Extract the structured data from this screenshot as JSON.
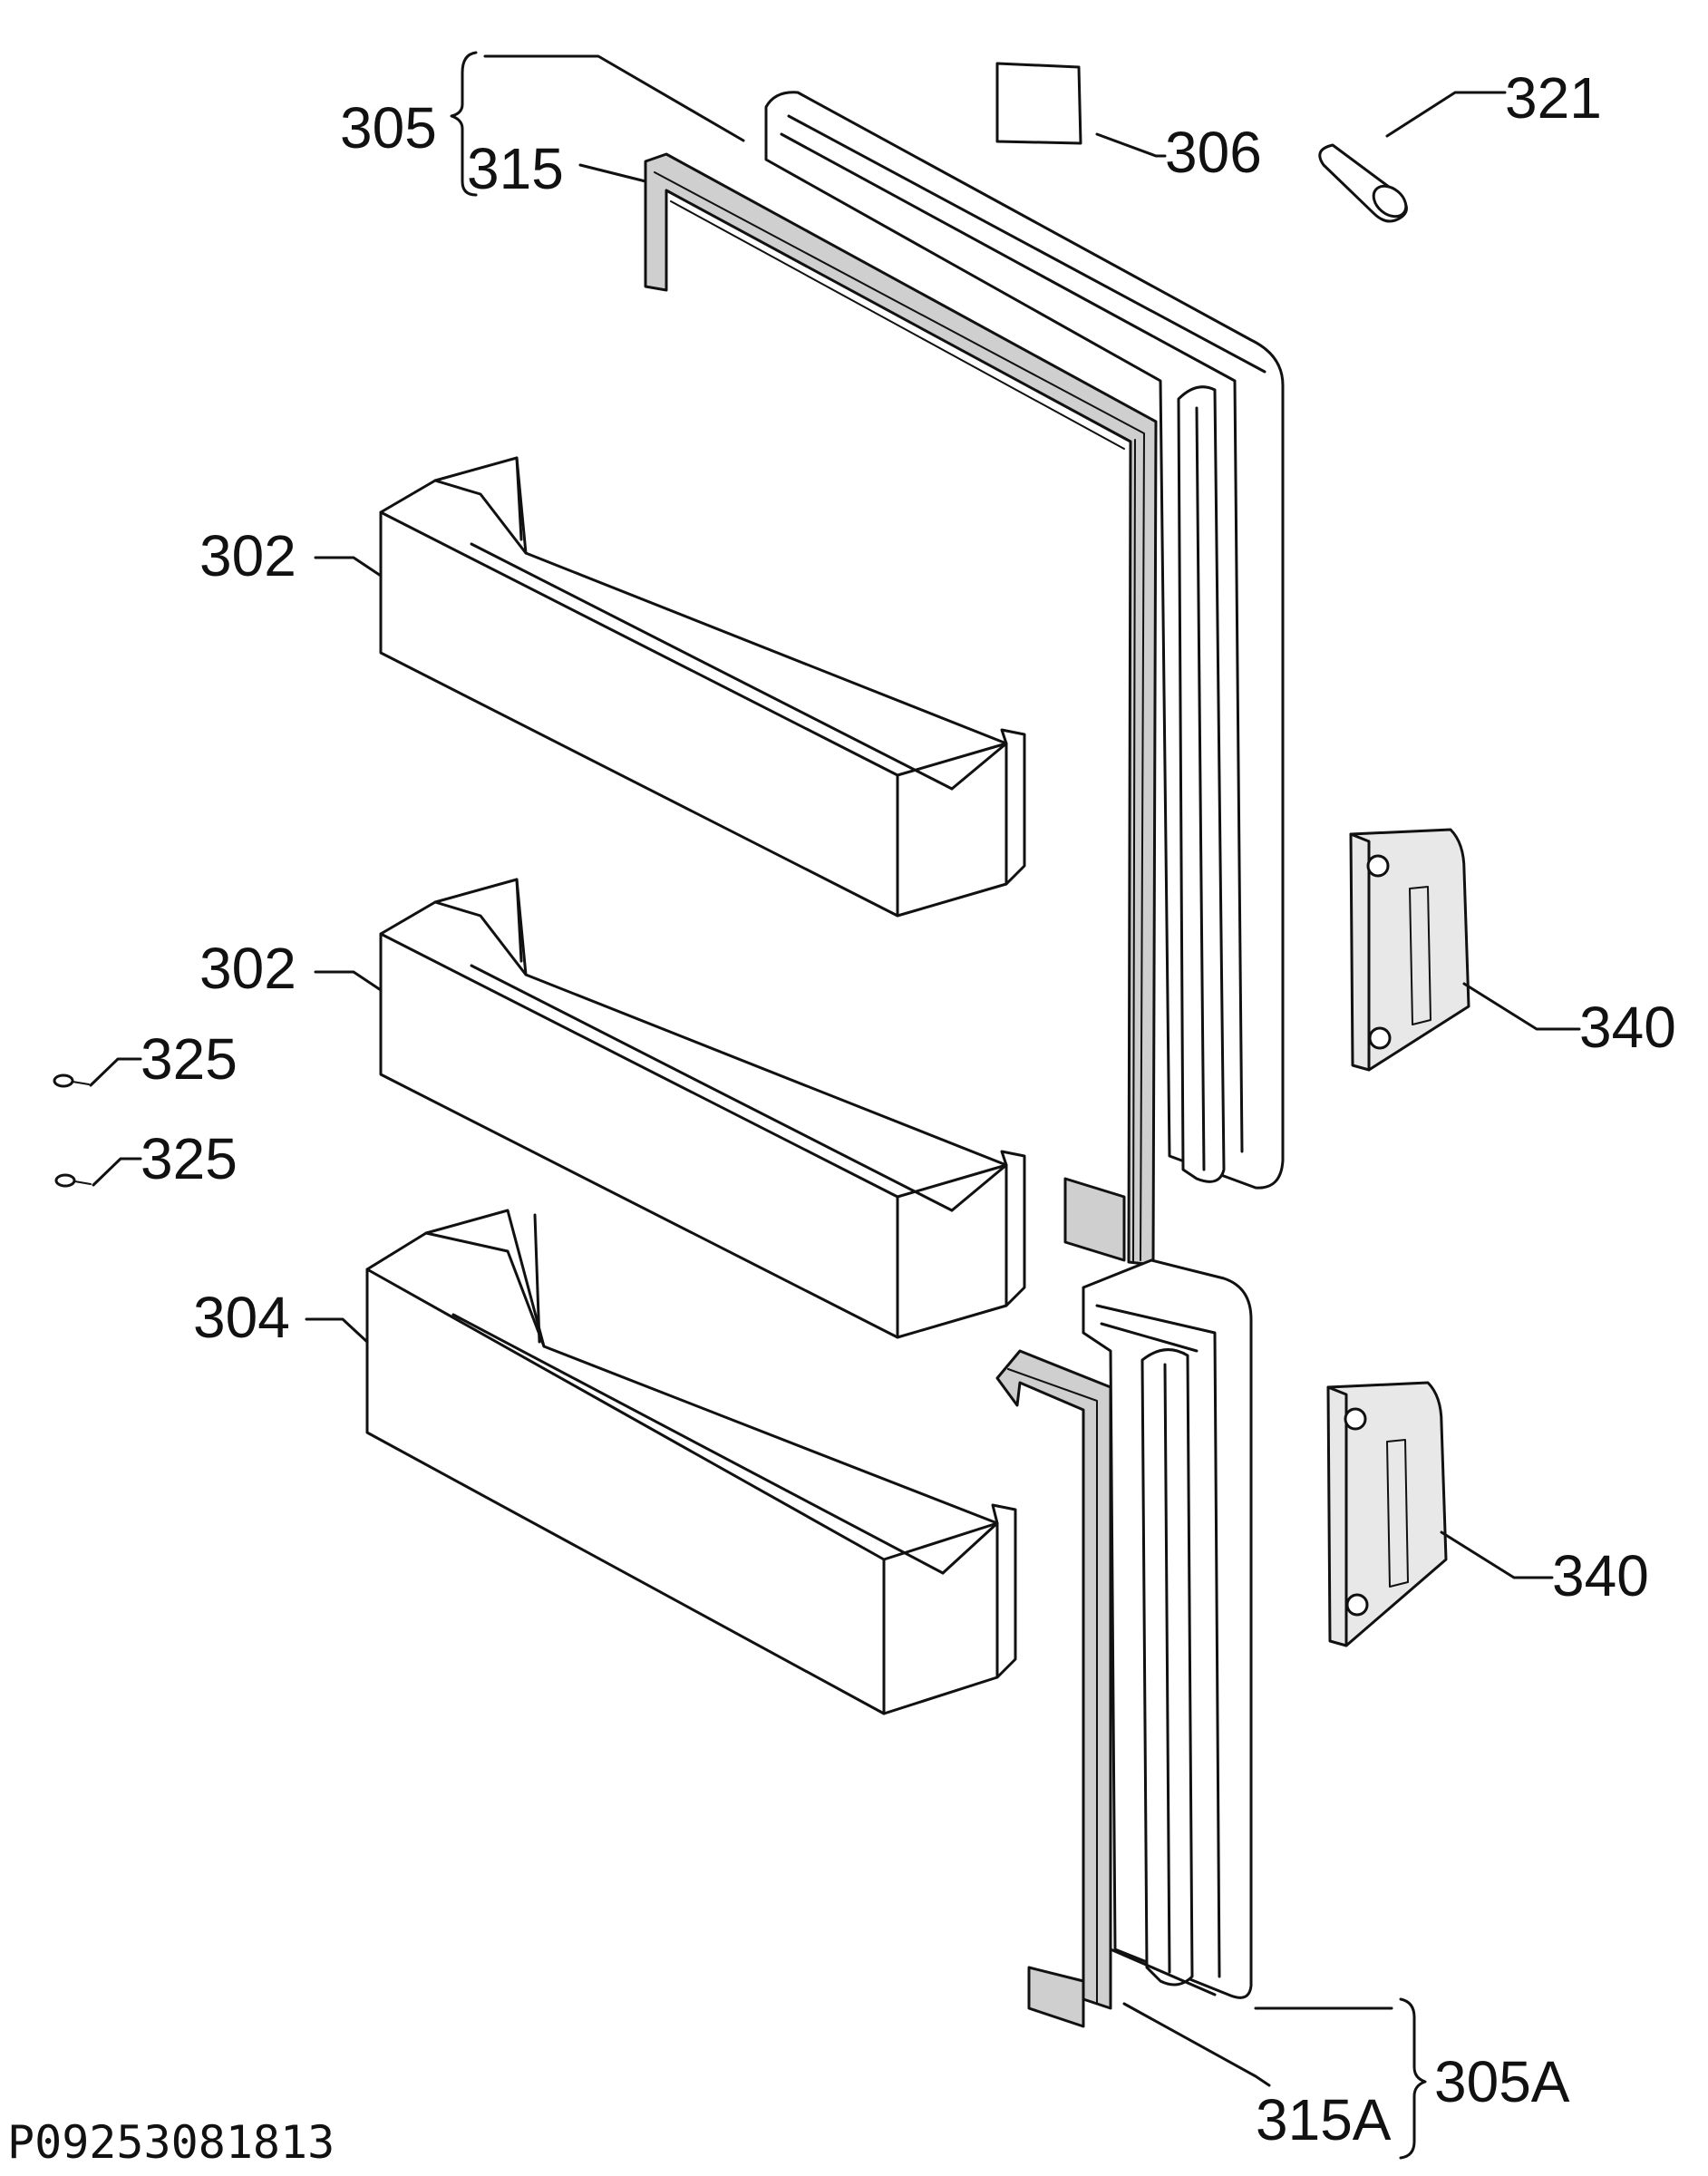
{
  "labels": {
    "l305": "305",
    "l315": "315",
    "l306": "306",
    "l321": "321",
    "l302a": "302",
    "l302b": "302",
    "l325a": "325",
    "l325b": "325",
    "l304": "304",
    "l340a": "340",
    "l340b": "340",
    "l305A": "305A",
    "l315A": "315A"
  },
  "document_id": "P09253081813"
}
